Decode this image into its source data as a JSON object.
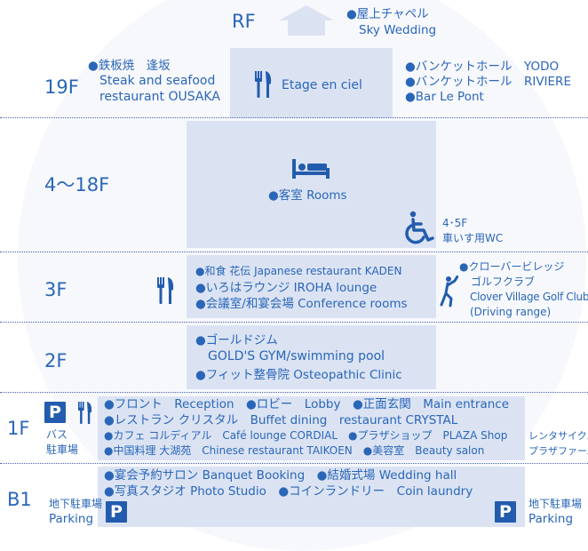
{
  "floors": {
    "rf": "RF",
    "f19": "19F",
    "f4_18": "4～18F",
    "f3": "3F",
    "f2": "2F",
    "f1": "1F",
    "b1": "B1"
  },
  "rf": {
    "chapel_jp": "●屋上チャペル",
    "chapel_en": "Sky Wedding"
  },
  "f19": {
    "left_1": "●鉄板焼　逢坂",
    "left_2": "Steak and seafood",
    "left_3": "restaurant OUSAKA",
    "center": "Etage en ciel",
    "right_1": "●バンケットホール　YODO",
    "right_2": "●バンケットホール　RIVIERE",
    "right_3": "●Bar Le Pont"
  },
  "f4_18": {
    "rooms": "●客室 Rooms",
    "wc_1": "4･5F",
    "wc_2": "車いす用WC"
  },
  "f3": {
    "item_1": "●和食 花伝 Japanese restaurant KADEN",
    "item_2": "●いろはラウンジ IROHA lounge",
    "item_3": "●会議室/和宴会場 Conference rooms",
    "golf_1": "●クローバービレッジ",
    "golf_2": "ゴルフクラブ",
    "golf_3": "Clover Village Golf Club",
    "golf_4": "(Driving range)"
  },
  "f2": {
    "item_1": "●ゴールドジム",
    "item_2": "GOLD'S GYM/swimming pool",
    "item_3": "●フィット整骨院 Osteopathic Clinic"
  },
  "f1": {
    "bus_1": "バス",
    "bus_2": "駐車場",
    "parking_sign": "P",
    "line_1": "●フロント　Reception　●ロビー　Lobby　●正面玄関　Main entrance",
    "line_2": "●レストラン クリスタル　Buffet dining　restaurant CRYSTAL",
    "line_3": "●カフェ コルディアル　Café lounge CORDIAL　●プラザショップ　PLAZA Shop",
    "line_4": "●中国料理 大湖苑　Chinese restaurant TAIKOEN　●美容室　Beauty salon",
    "bike_1": "レンタサイクル",
    "bike_2": "プラザファーム"
  },
  "b1": {
    "left_1": "地下駐車場",
    "left_2": "Parking",
    "right_1": "地下駐車場",
    "right_2": "Parking",
    "parking_sign": "P",
    "line_1": "●宴会予約サロン Banquet Booking　●結婚式場 Wedding hall",
    "line_2": "●写真スタジオ Photo Studio　●コインランドリー　Coin laundry"
  },
  "colors": {
    "text": "#2a66b8",
    "block": "#dbe3f3",
    "icon": "#235cae",
    "separator": "#4b63ad"
  },
  "icons": {
    "roof": "house-roof-icon",
    "restaurant": "fork-knife-icon",
    "bed": "bed-icon",
    "wheelchair": "wheelchair-icon",
    "golf": "golfer-icon",
    "parking": "parking-icon"
  }
}
